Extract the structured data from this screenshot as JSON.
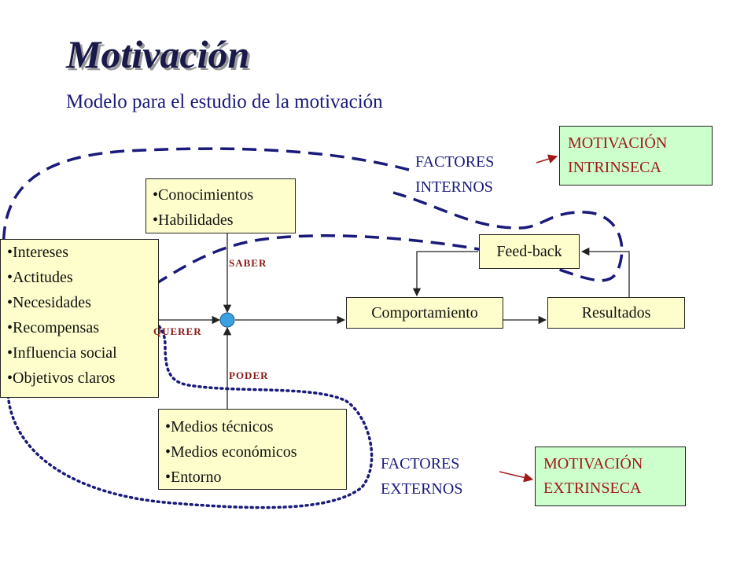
{
  "title": "Motivación",
  "subtitle": "Modelo para el estudio de la motivación",
  "boxes": {
    "saber_items": [
      "Conocimientos",
      "Habilidades"
    ],
    "querer_items": [
      "Intereses",
      "Actitudes",
      "Necesidades",
      "Recompensas",
      "Influencia social",
      "Objetivos claros"
    ],
    "poder_items": [
      "Medios técnicos",
      "Medios económicos",
      "Entorno"
    ],
    "comportamiento": "Comportamiento",
    "resultados": "Resultados",
    "feedback": "Feed-back"
  },
  "labels": {
    "saber": "SABER",
    "querer": "QUERER",
    "poder": "PODER"
  },
  "factores_internos": {
    "line1": "FACTORES",
    "line2": "INTERNOS"
  },
  "factores_externos": {
    "line1": "FACTORES",
    "line2": "EXTERNOS"
  },
  "motivacion_intrinseca": {
    "line1": "MOTIVACIÓN",
    "line2": "INTRINSECA"
  },
  "motivacion_extrinseca": {
    "line1": "MOTIVACIÓN",
    "line2": "EXTRINSECA"
  },
  "colors": {
    "box_fill": "#fefecc",
    "green_fill": "#ccffcc",
    "navy": "#1a1a7a",
    "dark_red": "#8b1a1a",
    "node_blue": "#3aa0e0"
  }
}
